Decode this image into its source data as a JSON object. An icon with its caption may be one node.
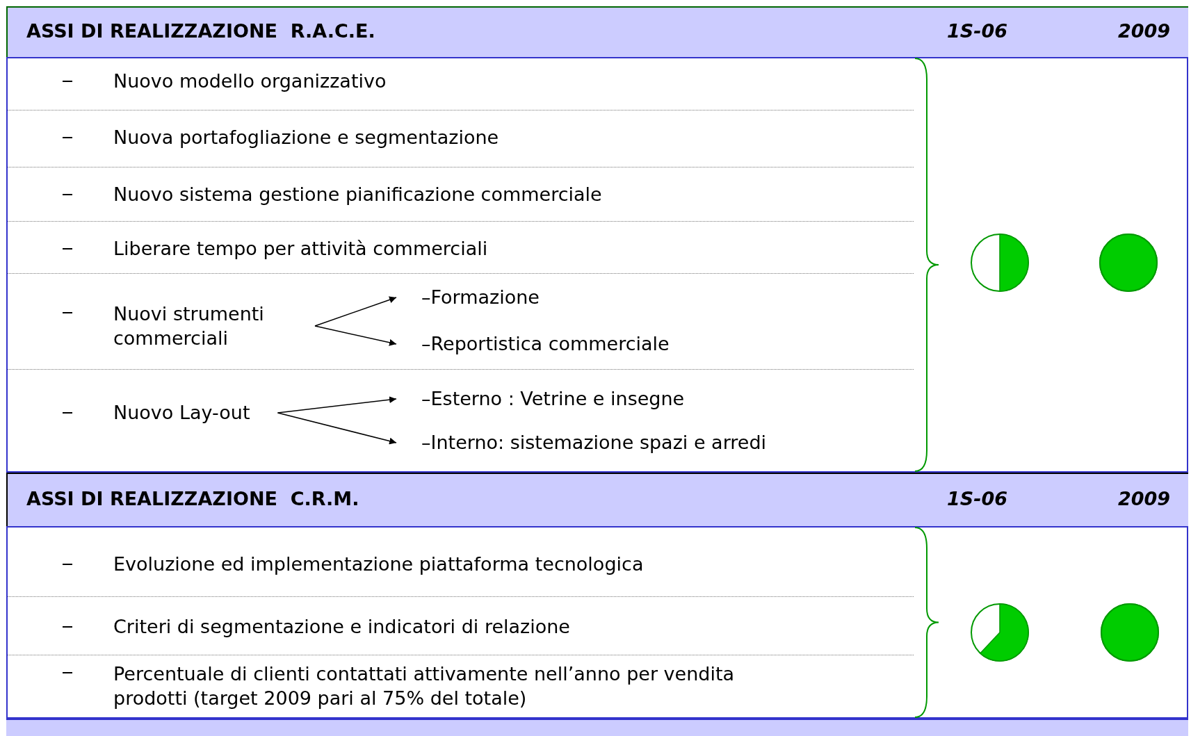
{
  "diagram": {
    "nodes": [
      {
        "text": [
          "Nuovi strumenti commerciali"
        ]
      },
      {
        "text": [
          "–Formazione"
        ]
      },
      {
        "text": [
          "–Reportistica commerciale"
        ]
      },
      {
        "text": [
          "Nuovo Lay-out"
        ]
      },
      {
        "text": [
          "–Esterno : Vetrine e insegne"
        ]
      },
      {
        "text": [
          "–Interno: sistemazione spazi e arredi"
        ]
      }
    ],
    "edges": [
      {
        "from": 0,
        "to": 1,
        "arrow": "to"
      },
      {
        "from": 0,
        "to": 2,
        "arrow": "to"
      },
      {
        "from": 3,
        "to": 4,
        "arrow": "to"
      },
      {
        "from": 3,
        "to": 5,
        "arrow": "to"
      }
    ],
    "labels": [
      "ASSI DI REALIZZAZIONE  R.A.C.E.",
      "1S-06",
      "2009",
      "Nuovo modello organizzativo",
      "Nuova portafogliazione e segmentazione",
      "Nuovo sistema gestione pianificazione commerciale",
      "Liberare tempo per attività commerciali",
      "ASSI DI REALIZZAZIONE  C.R.M.",
      "1S-06",
      "2009",
      "Evoluzione ed implementazione piattaforma tecnologica",
      "Criteri di segmentazione e indicatori di relazione",
      "Percentuale di clienti contattati attivamente nell’anno per vendita prodotti (target 2009 pari al 75% del totale)"
    ]
  }
}
